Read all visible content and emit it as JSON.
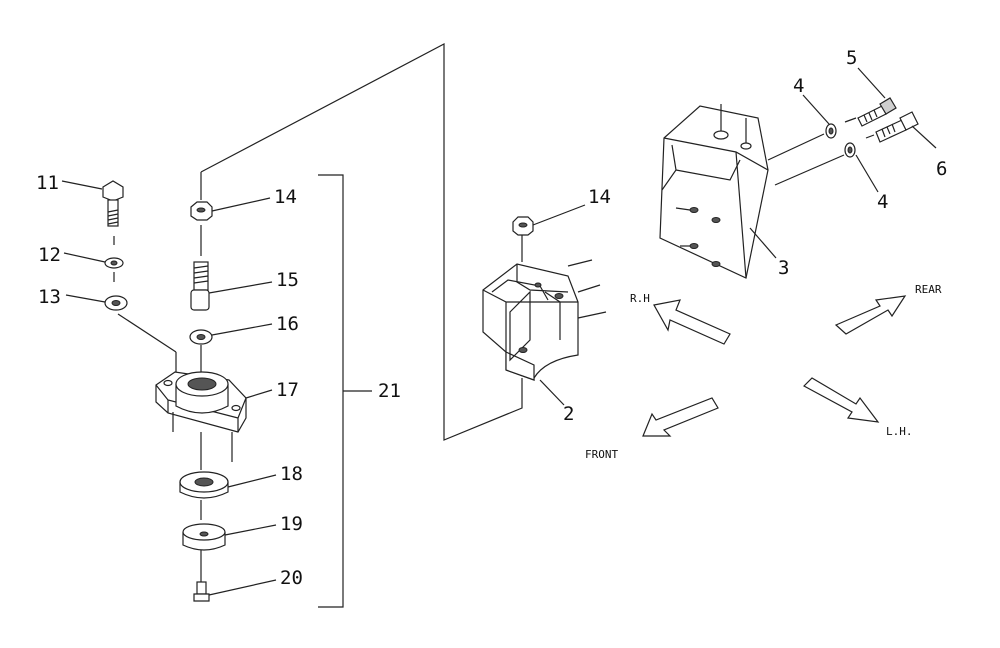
{
  "callouts": {
    "c2": "2",
    "c3": "3",
    "c4a": "4",
    "c4b": "4",
    "c5": "5",
    "c6": "6",
    "c11": "11",
    "c12": "12",
    "c13": "13",
    "c14a": "14",
    "c14b": "14",
    "c15": "15",
    "c16": "16",
    "c17": "17",
    "c18": "18",
    "c19": "19",
    "c20": "20",
    "c21": "21"
  },
  "directions": {
    "rh": "R.H",
    "rear": "REAR",
    "front": "FRONT",
    "lh": "L.H."
  }
}
